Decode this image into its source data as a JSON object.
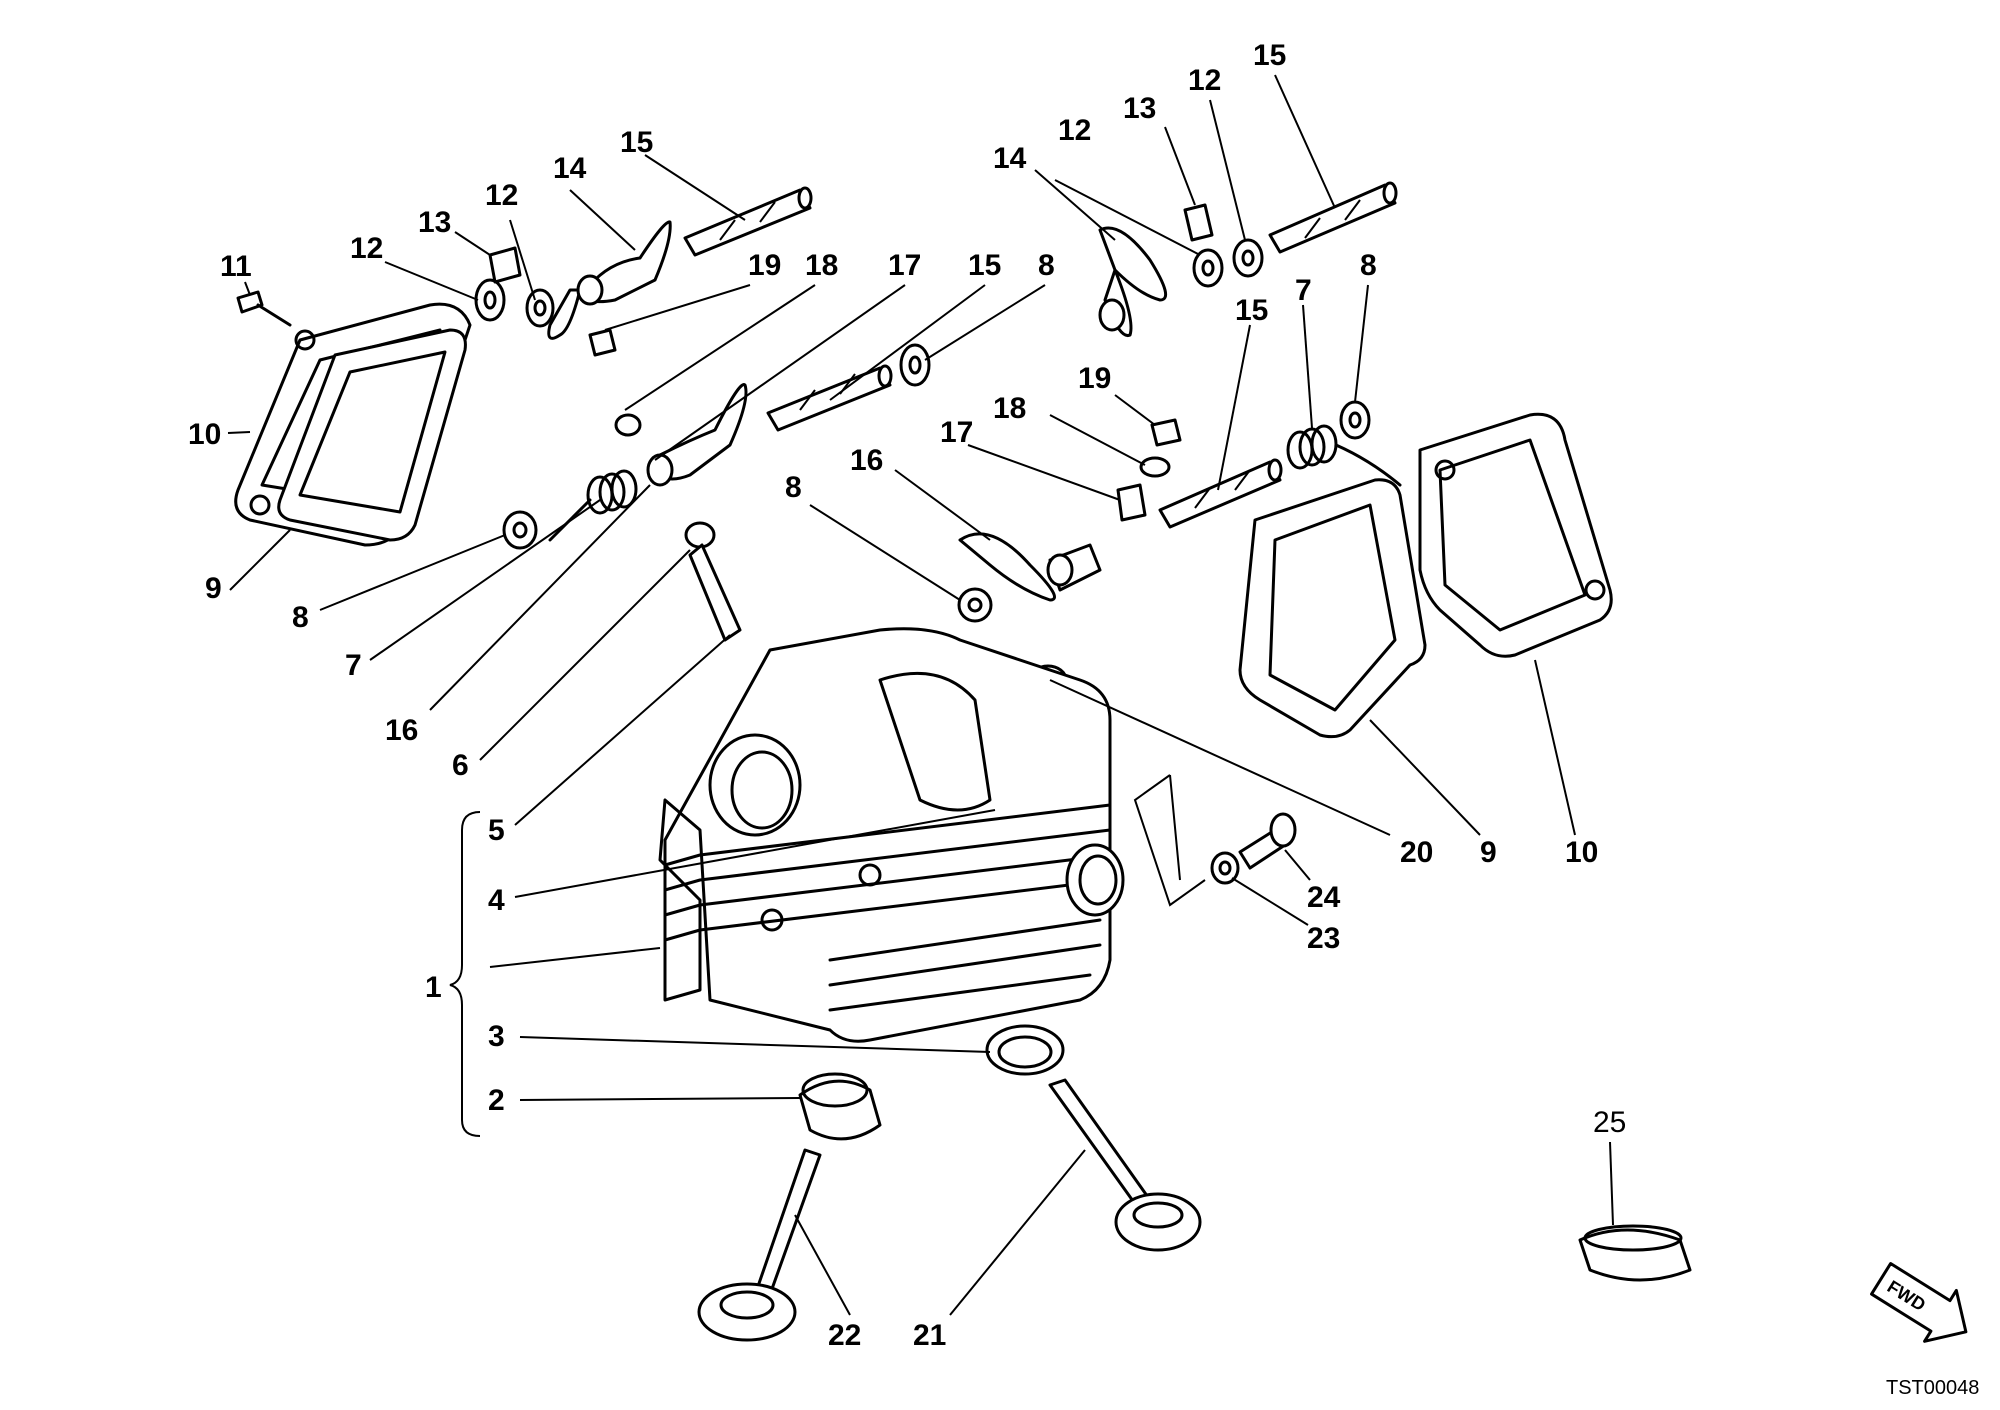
{
  "diagram": {
    "code": "TST00048",
    "fwd_label": "FWD",
    "callouts": {
      "c1": "1",
      "c2": "2",
      "c3": "3",
      "c4": "4",
      "c5": "5",
      "c6": "6",
      "c7": "7",
      "c8": "8",
      "c9": "9",
      "c10": "10",
      "c11": "11",
      "c12": "12",
      "c13": "13",
      "c14": "14",
      "c15": "15",
      "c16": "16",
      "c17": "17",
      "c18": "18",
      "c19": "19",
      "c20": "20",
      "c21": "21",
      "c22": "22",
      "c23": "23",
      "c24": "24",
      "c25": "25"
    }
  }
}
